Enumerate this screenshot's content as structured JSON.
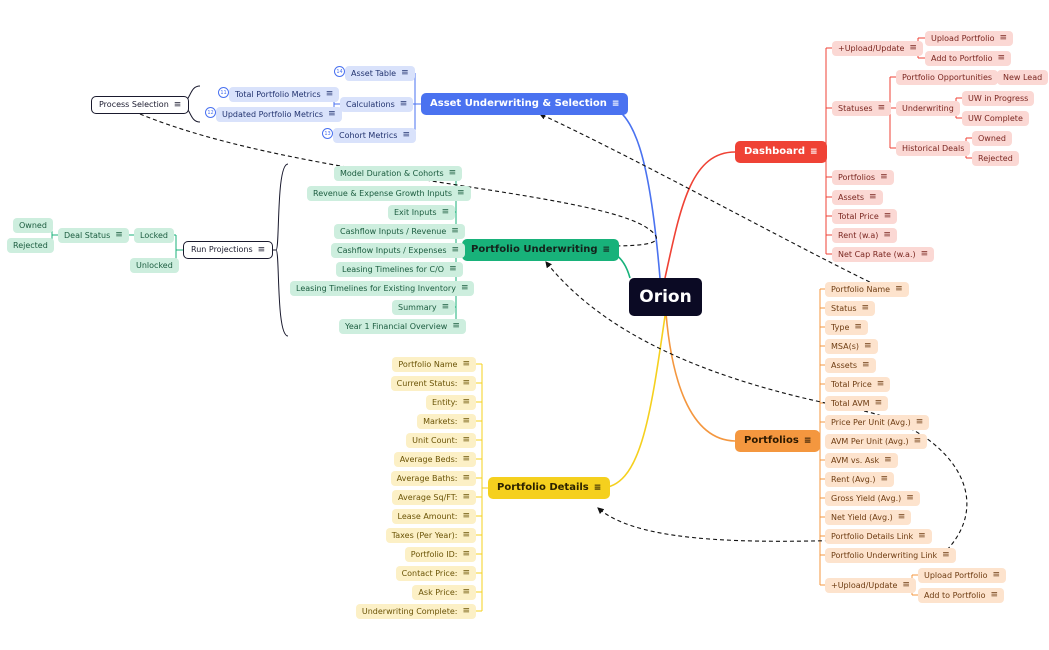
{
  "root": {
    "label": "Orion"
  },
  "dashboard": {
    "label": "Dashboard",
    "upload_update": "+Upload/Update",
    "upload_portfolio": "Upload Portfolio",
    "add_to_portfolio": "Add to Portfolio",
    "statuses": "Statuses",
    "portfolio_opportunities": "Portfolio Opportunities",
    "new_lead": "New Lead",
    "underwriting": "Underwriting",
    "uw_in_progress": "UW in Progress",
    "uw_complete": "UW Complete",
    "historical_deals": "Historical Deals",
    "owned": "Owned",
    "rejected": "Rejected",
    "items": [
      "Portfolios",
      "Assets",
      "Total Price",
      "Rent (w.a)",
      "Net Cap Rate (w.a.)"
    ]
  },
  "asset_uw": {
    "label": "Asset Underwriting & Selection",
    "asset_table": "Asset Table",
    "calculations": "Calculations",
    "total_portfolio_metrics": "Total Portfolio Metrics",
    "updated_portfolio_metrics": "Updated Portfolio Metrics",
    "cohort_metrics": "Cohort Metrics",
    "process_selection": "Process Selection",
    "badges": {
      "asset_table": "14",
      "total": "11",
      "updated": "12",
      "cohort": "13"
    }
  },
  "portfolio_uw": {
    "label": "Portfolio Underwriting",
    "items": [
      "Model Duration & Cohorts",
      "Revenue & Expense Growth Inputs",
      "Exit Inputs",
      "Cashflow Inputs / Revenue",
      "Cashflow Inputs / Expenses",
      "Leasing Timelines for C/O",
      "Leasing Timelines for Existing Inventory",
      "Summary",
      "Year 1 Financial Overview"
    ],
    "run_projections": "Run Projections",
    "deal_status": "Deal Status",
    "locked": "Locked",
    "unlocked": "Unlocked",
    "owned": "Owned",
    "rejected": "Rejected"
  },
  "portfolios": {
    "label": "Portfolios",
    "items": [
      "Portfolio Name",
      "Status",
      "Type",
      "MSA(s)",
      "Assets",
      "Total Price",
      "Total AVM",
      "Price Per Unit (Avg.)",
      "AVM Per Unit (Avg.)",
      "AVM vs. Ask",
      "Rent (Avg.)",
      "Gross Yield (Avg.)",
      "Net Yield (Avg.)",
      "Portfolio Details Link",
      "Portfolio Underwriting Link"
    ],
    "upload_update": "+Upload/Update",
    "upload_portfolio": "Upload Portfolio",
    "add_to_portfolio": "Add to Portfolio"
  },
  "portfolio_details": {
    "label": "Portfolio Details",
    "items": [
      "Portfolio Name",
      "Current Status:",
      "Entity:",
      "Markets:",
      "Unit Count:",
      "Average Beds:",
      "Average Baths:",
      "Average Sq/FT:",
      "Lease Amount:",
      "Taxes (Per Year):",
      "Portfolio ID:",
      "Contact Price:",
      "Ask Price:",
      "Underwriting Complete:"
    ]
  },
  "colors": {
    "red": "#ef4235",
    "blue": "#4a72f0",
    "green": "#18b27a",
    "orange": "#f4973f",
    "yellow": "#f5d01e",
    "root": "#0b0a24"
  },
  "icons": {
    "note": "notes-icon"
  }
}
